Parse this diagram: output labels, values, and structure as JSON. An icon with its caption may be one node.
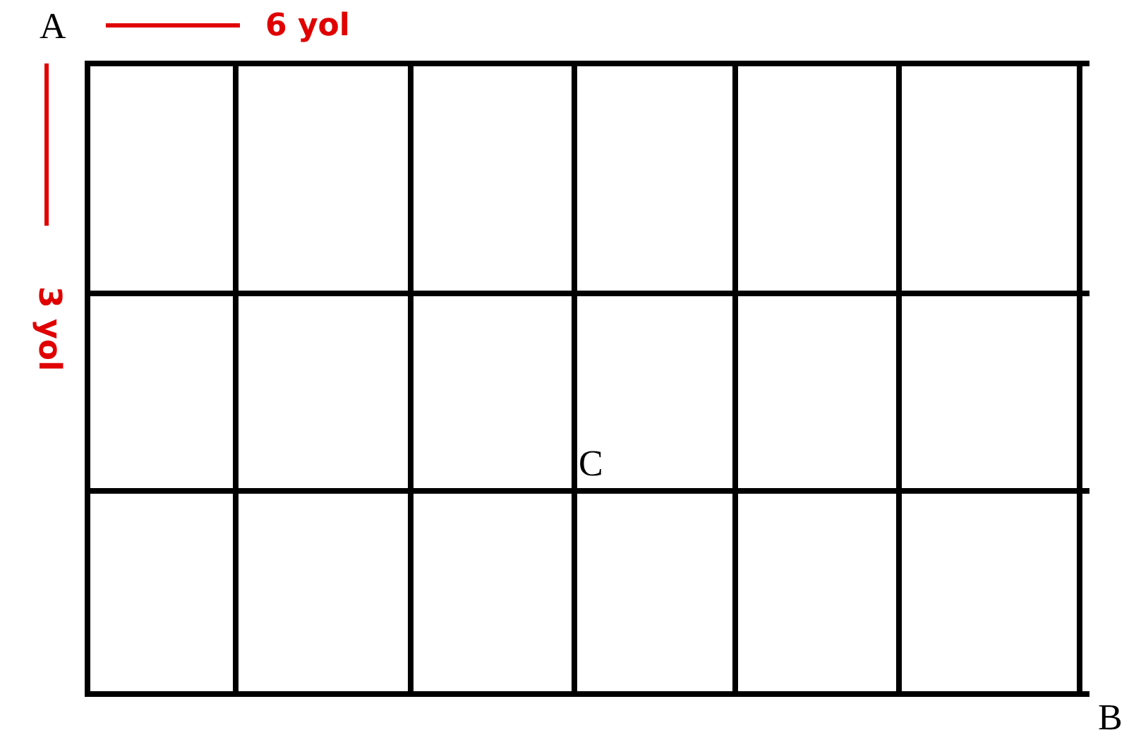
{
  "diagram": {
    "labels": [
      "A",
      "6 yol",
      "3 yol",
      "C",
      "B"
    ]
  }
}
